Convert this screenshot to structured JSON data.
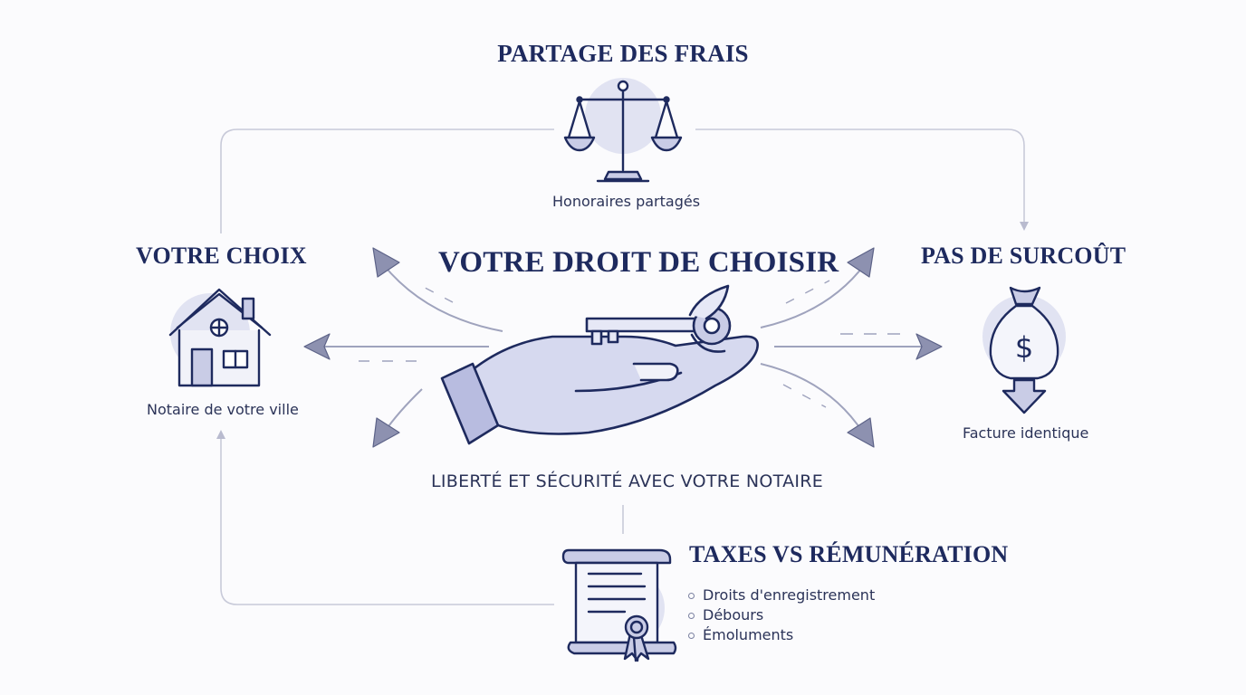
{
  "center": {
    "title": "VOTRE DROIT DE CHOISIR",
    "subtitle": "LIBERTÉ ET SÉCURITÉ AVEC VOTRE NOTAIRE"
  },
  "nodes": {
    "frais": {
      "title": "PARTAGE DES FRAIS",
      "caption": "Honoraires partagés"
    },
    "choix": {
      "title": "VOTRE CHOIX",
      "caption": "Notaire de votre ville"
    },
    "surcout": {
      "title": "PAS DE SURCOÛT",
      "caption": "Facture identique"
    },
    "taxes": {
      "title": "TAXES VS RÉMUNÉRATION",
      "items": [
        "Droits d'enregistrement",
        "Débours",
        "Émoluments"
      ]
    }
  },
  "icons": {
    "frais": "scale-icon",
    "choix": "house-icon",
    "surcout": "money-bag-down-icon",
    "taxes": "certificate-scroll-icon",
    "center": "hand-with-key-icon"
  },
  "colors": {
    "navy": "#1e2a5e",
    "lavender": "#d9dcf0",
    "line": "#c4c6d6",
    "arrow": "#8d91b0"
  }
}
